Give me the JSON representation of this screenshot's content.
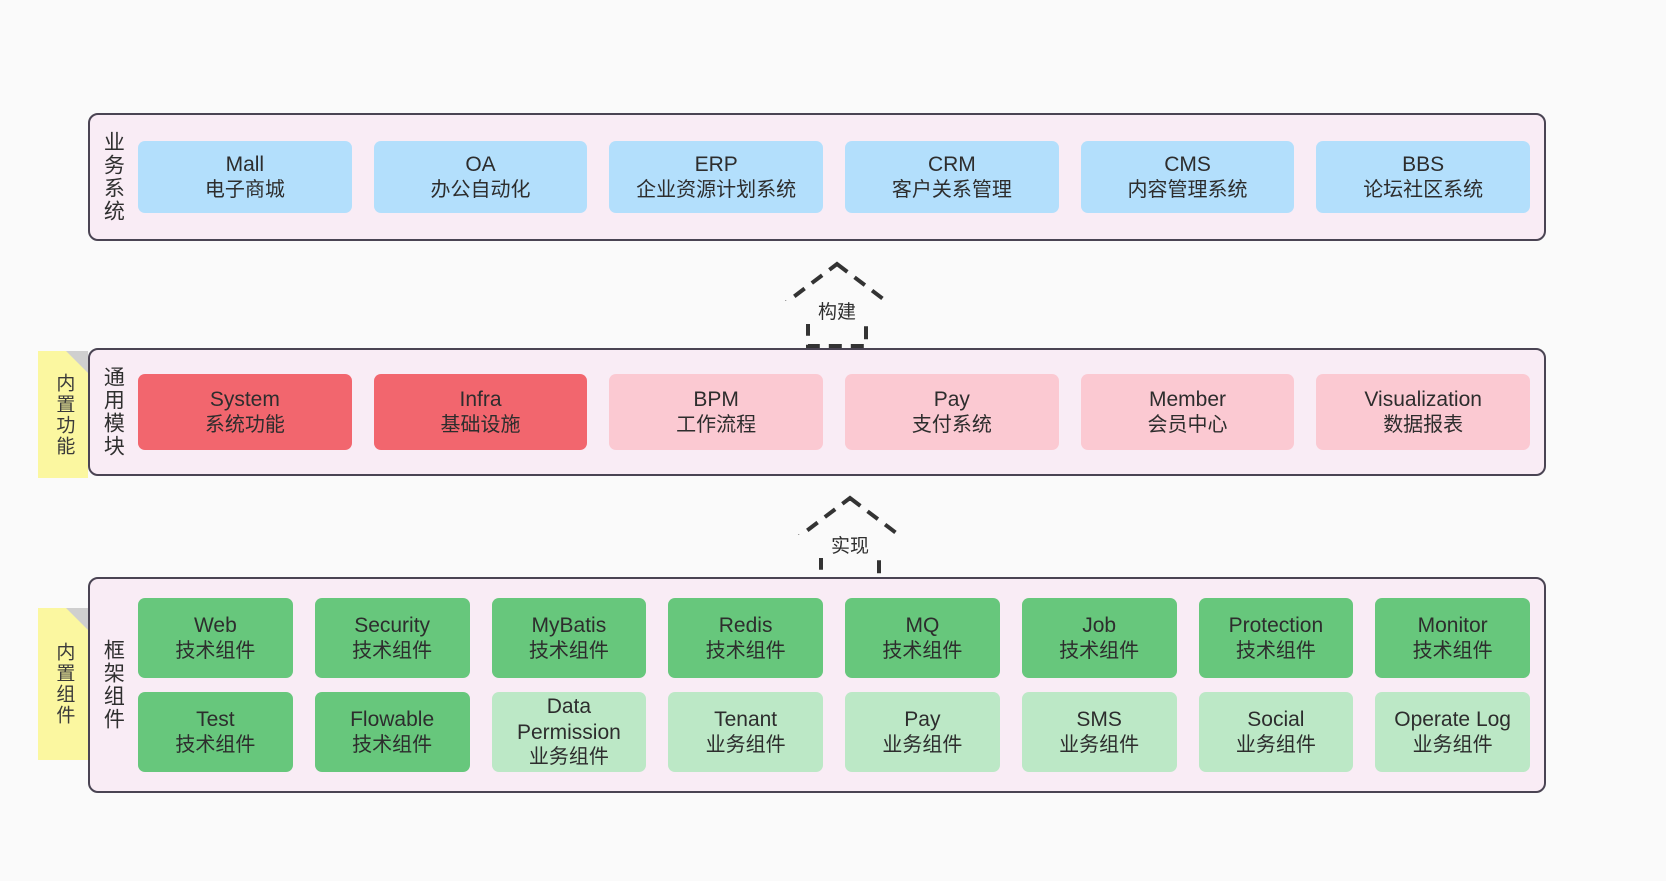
{
  "layers": [
    {
      "key": "business",
      "title": "业务系统",
      "rows": [
        {
          "style": "c-blue",
          "cells": [
            {
              "en": "Mall",
              "cn": "电子商城"
            },
            {
              "en": "OA",
              "cn": "办公自动化"
            },
            {
              "en": "ERP",
              "cn": "企业资源计划系统"
            },
            {
              "en": "CRM",
              "cn": "客户关系管理"
            },
            {
              "en": "CMS",
              "cn": "内容管理系统"
            },
            {
              "en": "BBS",
              "cn": "论坛社区系统"
            }
          ]
        }
      ]
    },
    {
      "key": "common",
      "title": "通用模块",
      "sticky": "内置功能",
      "rows": [
        {
          "cells": [
            {
              "en": "System",
              "cn": "系统功能",
              "style": "c-red"
            },
            {
              "en": "Infra",
              "cn": "基础设施",
              "style": "c-red"
            },
            {
              "en": "BPM",
              "cn": "工作流程",
              "style": "c-pink"
            },
            {
              "en": "Pay",
              "cn": "支付系统",
              "style": "c-pink"
            },
            {
              "en": "Member",
              "cn": "会员中心",
              "style": "c-pink"
            },
            {
              "en": "Visualization",
              "cn": "数据报表",
              "style": "c-pink"
            }
          ]
        }
      ]
    },
    {
      "key": "frame",
      "title": "框架组件",
      "sticky": "内置组件",
      "rows": [
        {
          "cells": [
            {
              "en": "Web",
              "cn": "技术组件",
              "style": "c-green"
            },
            {
              "en": "Security",
              "cn": "技术组件",
              "style": "c-green"
            },
            {
              "en": "MyBatis",
              "cn": "技术组件",
              "style": "c-green"
            },
            {
              "en": "Redis",
              "cn": "技术组件",
              "style": "c-green"
            },
            {
              "en": "MQ",
              "cn": "技术组件",
              "style": "c-green"
            },
            {
              "en": "Job",
              "cn": "技术组件",
              "style": "c-green"
            },
            {
              "en": "Protection",
              "cn": "技术组件",
              "style": "c-green"
            },
            {
              "en": "Monitor",
              "cn": "技术组件",
              "style": "c-green"
            }
          ]
        },
        {
          "cells": [
            {
              "en": "Test",
              "cn": "技术组件",
              "style": "c-green"
            },
            {
              "en": "Flowable",
              "cn": "技术组件",
              "style": "c-green"
            },
            {
              "en": "Data Permission",
              "cn": "业务组件",
              "style": "c-lightgrn"
            },
            {
              "en": "Tenant",
              "cn": "业务组件",
              "style": "c-lightgrn"
            },
            {
              "en": "Pay",
              "cn": "业务组件",
              "style": "c-lightgrn"
            },
            {
              "en": "SMS",
              "cn": "业务组件",
              "style": "c-lightgrn"
            },
            {
              "en": "Social",
              "cn": "业务组件",
              "style": "c-lightgrn"
            },
            {
              "en": "Operate Log",
              "cn": "业务组件",
              "style": "c-lightgrn"
            }
          ]
        }
      ]
    }
  ],
  "arrows": [
    {
      "key": "build",
      "label": "构建"
    },
    {
      "key": "impl",
      "label": "实现"
    }
  ],
  "colors": {
    "canvas_bg": "#fafafa",
    "band_bg": "#f9ecf5",
    "band_border": "#4a4453",
    "blue": "#b3dffc",
    "red": "#f2666e",
    "pink": "#fbc9d2",
    "green": "#67c77c",
    "light_green": "#bce8c6",
    "sticky_yellow": "#fbf7a0",
    "sticky_fold": "#cfcfcf",
    "arrow_stroke": "#333333"
  }
}
